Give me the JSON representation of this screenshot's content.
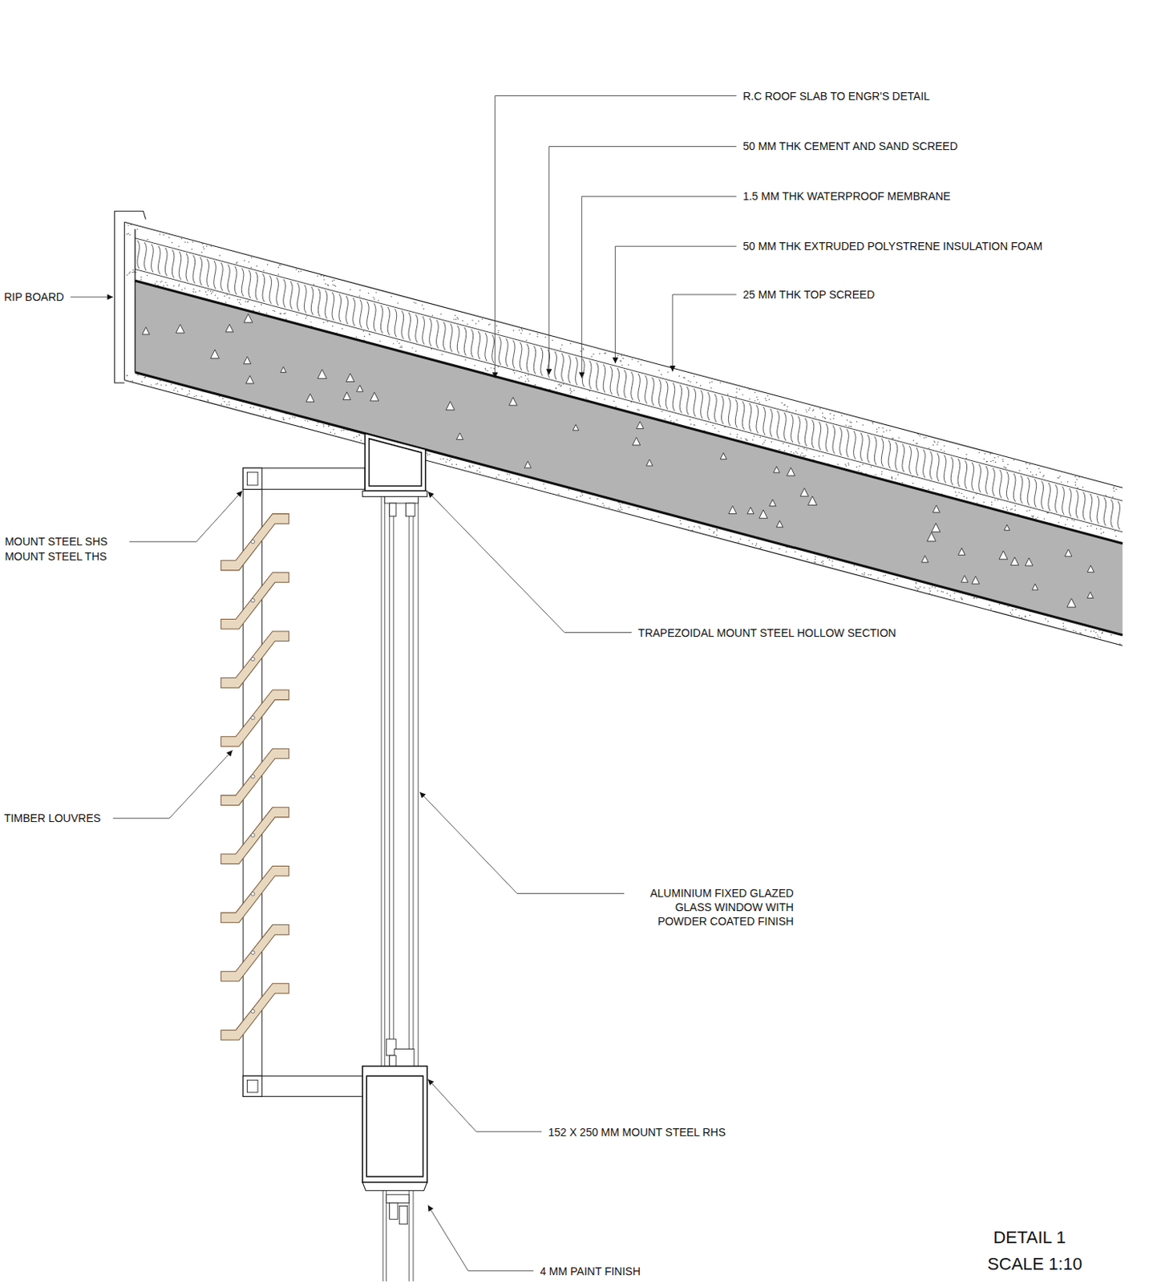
{
  "diagram": {
    "title": "DETAIL 1",
    "caption": "SCALE 1:10",
    "labels": [
      "R.C ROOF SLAB TO ENGR'S DETAIL",
      "50 MM THK CEMENT AND SAND SCREED",
      "1.5 MM THK WATERPROOF MEMBRANE",
      "50 MM THK EXTRUDED POLYSTRENE INSULATION FOAM",
      "25 MM THK TOP SCREED",
      "RIP BOARD",
      "MOUNT STEEL SHS",
      "MOUNT STEEL THS",
      "TRAPEZOIDAL MOUNT STEEL HOLLOW SECTION",
      "TIMBER LOUVRES",
      "ALUMINIUM FIXED GLAZED GLASS WINDOW WITH POWDER COATED FINISH",
      "152 X 250 MM MOUNT STEEL RHS",
      "4 MM PAINT FINISH"
    ]
  }
}
